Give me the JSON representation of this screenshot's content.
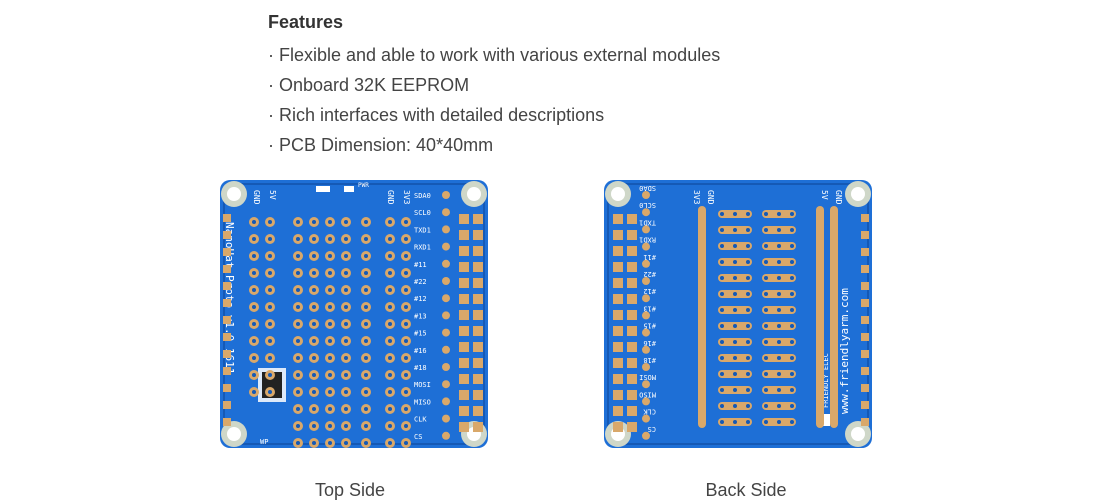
{
  "features": {
    "title": "Features",
    "items": [
      "· Flexible and able to work with various external modules",
      "· Onboard 32K EEPROM",
      "· Rich interfaces with detailed descriptions",
      "· PCB Dimension: 40*40mm"
    ]
  },
  "top_board": {
    "caption": "Top Side",
    "labels_top": [
      "GND",
      "5V",
      "PWR",
      "GND",
      "3V3"
    ],
    "pin_labels": [
      "SDA0",
      "SCL0",
      "TXD1",
      "RXD1",
      "#11",
      "#22",
      "#12",
      "#13",
      "#15",
      "#16",
      "#18",
      "MOSI",
      "MISO",
      "CLK",
      "CS"
    ],
    "side_text": "NanoHat Proto v1.0 1611",
    "wp_label": "WP"
  },
  "back_board": {
    "caption": "Back Side",
    "labels_top": [
      "3V3",
      "GND",
      "5V",
      "GND"
    ],
    "pin_labels": [
      "SDA0",
      "SCL0",
      "TXD1",
      "RXD1",
      "#11",
      "#22",
      "#12",
      "#13",
      "#15",
      "#16",
      "#18",
      "MOSI",
      "MISO",
      "CLK",
      "CS"
    ],
    "url_text": "www.friendlyarm.com",
    "brand_text": "FRIENDLY ELEC"
  },
  "colors": {
    "pcb_blue": "#1e6fd6",
    "pcb_dark": "#1559b5",
    "pad_gold": "#d9a86a",
    "mount_silver": "#cfd7c8"
  }
}
